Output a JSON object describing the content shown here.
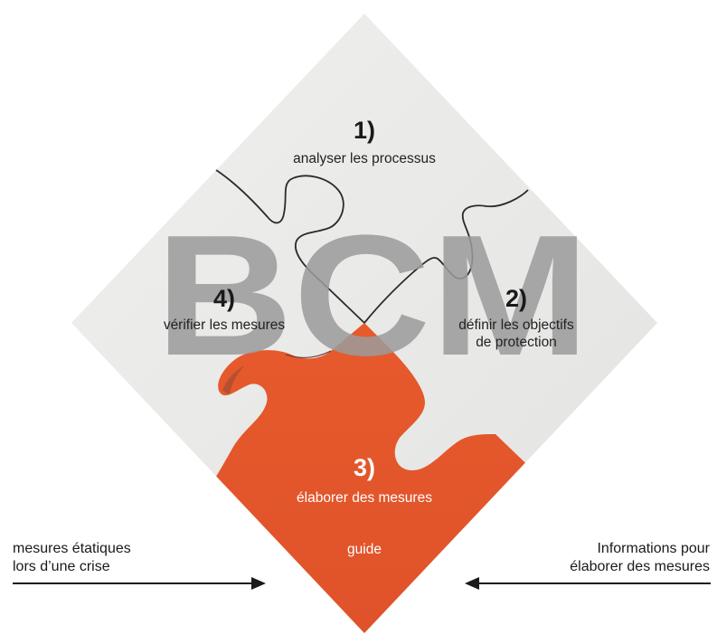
{
  "watermark": "BCM",
  "steps": [
    {
      "number": "1)",
      "line1": "analyser les processus"
    },
    {
      "number": "2)",
      "line1": "définir les objectifs",
      "line2": "de protection"
    },
    {
      "number": "3)",
      "line1": "élaborer des mesures",
      "sub": "guide"
    },
    {
      "number": "4)",
      "line1": "vérifier les mesures"
    }
  ],
  "inputs": {
    "left": {
      "line1": "mesures étatiques",
      "line2": "lors d’une crise"
    },
    "right": {
      "line1": "Informations pour",
      "line2": "élaborer des mesures"
    }
  },
  "colors": {
    "piece_grey": "#eaeae8",
    "piece_orange": "#e4572a",
    "watermark": "#9b9b9b",
    "arrow": "#1a1a1a"
  }
}
